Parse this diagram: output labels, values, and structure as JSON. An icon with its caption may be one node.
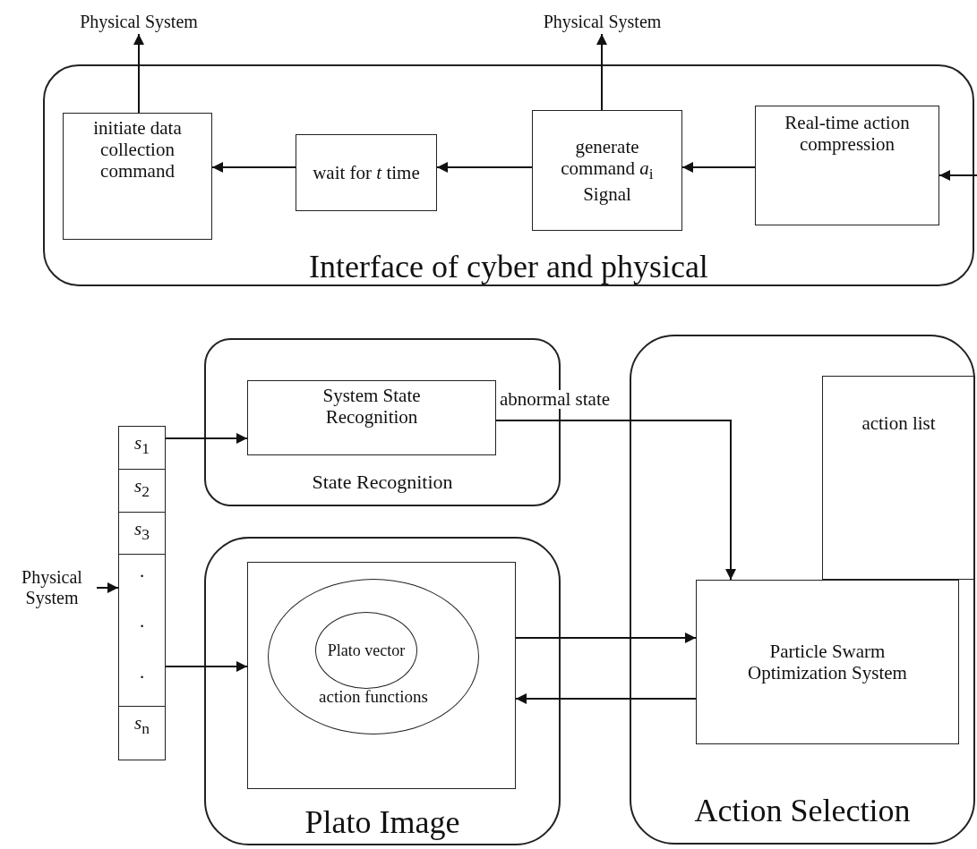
{
  "diagram": {
    "nodes": [
      {
        "text": [
          "Interface of cyber and physical"
        ]
      },
      {
        "text": [
          "initiate data collection command"
        ],
        "in": 0
      },
      {
        "text": [
          "wait for *t* time"
        ],
        "in": 0
      },
      {
        "text": [
          "generate command *a*$_{i}$ Signal"
        ],
        "in": 0
      },
      {
        "text": [
          "Real-time action compression"
        ],
        "in": 0
      },
      {
        "text": [
          "Physical System"
        ]
      },
      {
        "text": [
          "Physical System"
        ]
      },
      {
        "text": [
          "State Recognition"
        ]
      },
      {
        "text": [
          "System State Recognition"
        ],
        "in": 7
      },
      {
        "text": [
          "Plato Image"
        ]
      },
      {
        "text": [],
        "shape": "box",
        "in": 9
      },
      {
        "text": [
          "action functions"
        ],
        "in": 10
      },
      {
        "text": [
          "Plato vector"
        ],
        "in": 11
      },
      {
        "text": [
          "Action Selection"
        ]
      },
      {
        "text": [
          "action list"
        ],
        "in": 13
      },
      {
        "text": [
          "Particle Swarm Optimization System"
        ],
        "in": 13
      },
      {
        "text": [
          "*s*$_{1}$",
          "*s*$_{2}$",
          "*s*$_{3}$",
          ".",
          ".",
          ".",
          "*s*$_{n}$"
        ]
      },
      {
        "text": [
          "Physical System"
        ]
      }
    ],
    "edges": [
      {
        "from": null,
        "to": 4,
        "arrow": "to"
      },
      {
        "from": 4,
        "to": 3,
        "arrow": "to"
      },
      {
        "from": 3,
        "to": 2,
        "arrow": "to"
      },
      {
        "from": 2,
        "to": 1,
        "arrow": "to"
      },
      {
        "from": 1,
        "to": 5,
        "arrow": "to"
      },
      {
        "from": 3,
        "to": 6,
        "arrow": "to"
      },
      {
        "from": 17,
        "to": 16,
        "arrow": "to"
      },
      {
        "from": 16,
        "to": 8,
        "arrow": "to"
      },
      {
        "from": 16,
        "to": 10,
        "arrow": "to"
      },
      {
        "from": 8,
        "to": 15,
        "arrow": "to",
        "label": "abnormal state"
      },
      {
        "from": 10,
        "to": 15,
        "arrow": "to"
      },
      {
        "from": 15,
        "to": 10,
        "arrow": "to"
      }
    ]
  }
}
